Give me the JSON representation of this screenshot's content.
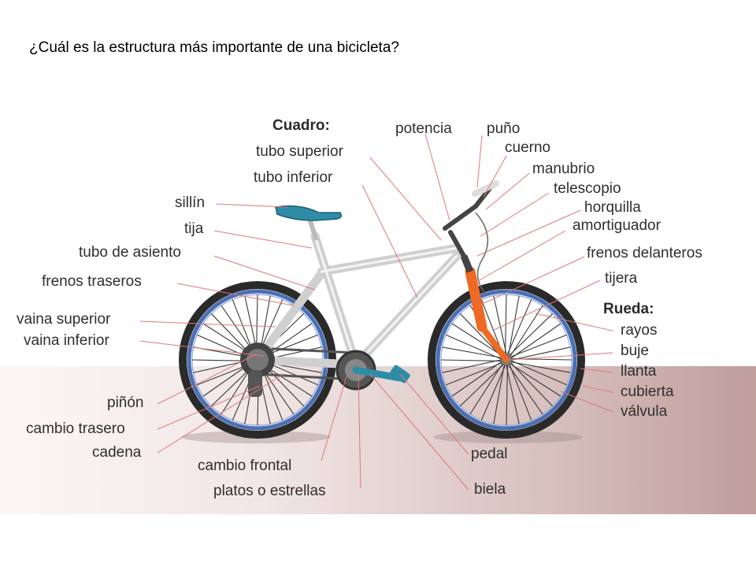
{
  "question": "¿Cuál es la estructura más importante de una bicicleta?",
  "headers": {
    "cuadro": "Cuadro:",
    "rueda": "Rueda:"
  },
  "labels": {
    "tubo_superior": "tubo superior",
    "tubo_inferior": "tubo inferior",
    "sillin": "sillín",
    "tija": "tija",
    "tubo_de_asiento": "tubo de asiento",
    "frenos_traseros": "frenos traseros",
    "vaina_superior": "vaina superior",
    "vaina_inferior": "vaina inferior",
    "pinon": "piñón",
    "cambio_trasero": "cambio trasero",
    "cadena": "cadena",
    "cambio_frontal": "cambio frontal",
    "platos": "platos o estrellas",
    "potencia": "potencia",
    "puno": "puño",
    "cuerno": "cuerno",
    "manubrio": "manubrio",
    "telescopio": "telescopio",
    "horquilla": "horquilla",
    "amortiguador": "amortiguador",
    "frenos_delanteros": "frenos delanteros",
    "tijera": "tijera",
    "rayos": "rayos",
    "buje": "buje",
    "llanta": "llanta",
    "cubierta": "cubierta",
    "valvula": "válvula",
    "pedal": "pedal",
    "biela": "biela"
  },
  "colors": {
    "leader": "#e07878",
    "tire": "#2a2a2a",
    "rim": "#4a6fb5",
    "frame": "#d8d8d8",
    "fork": "#ee6a24",
    "saddle": "#2f8ca6"
  }
}
